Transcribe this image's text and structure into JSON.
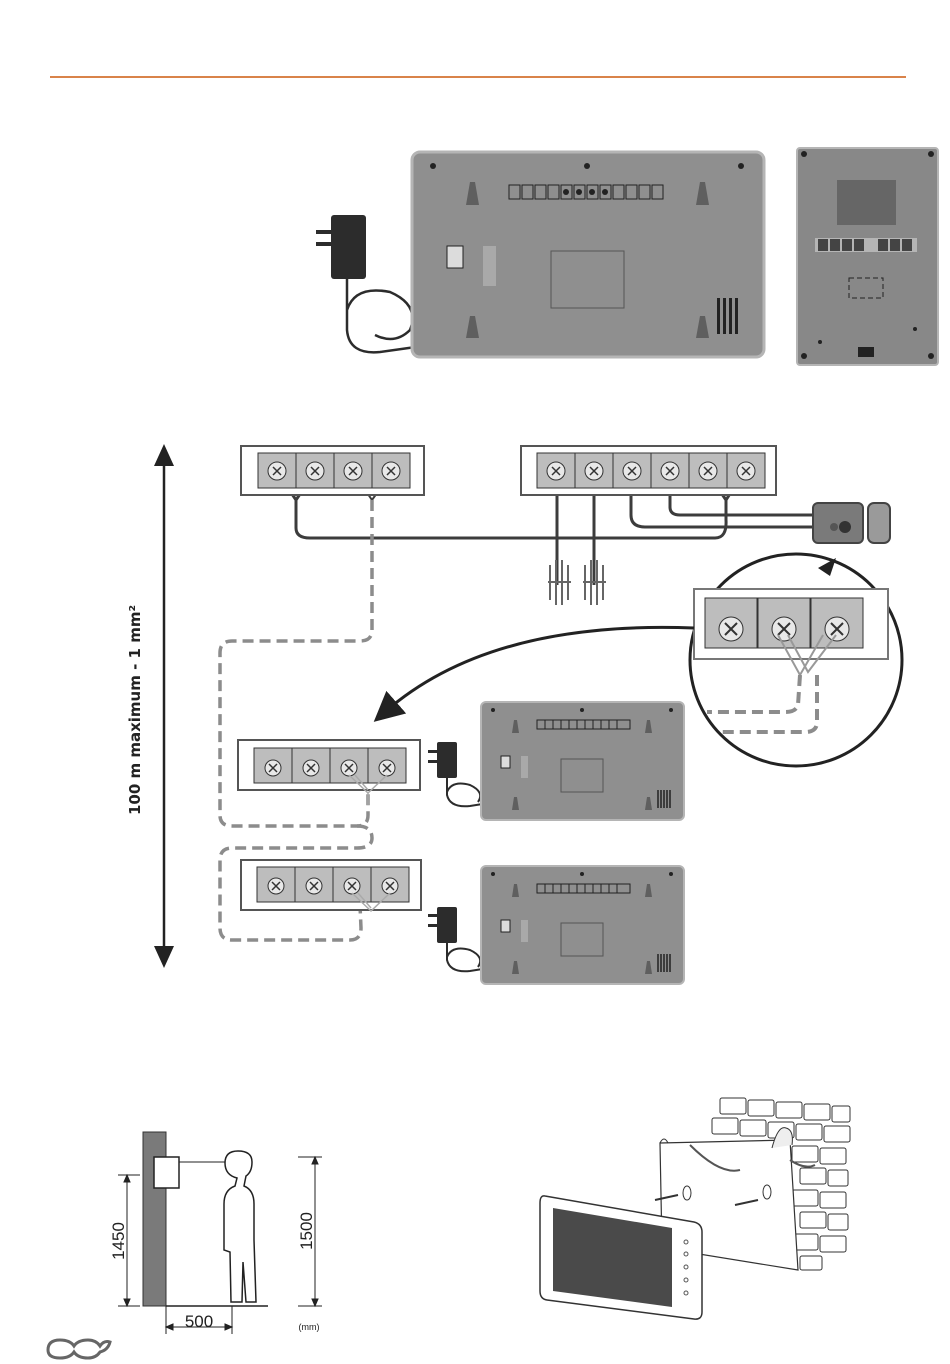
{
  "colors": {
    "rule": "#d9834a",
    "device_fill": "#8f8f8f",
    "device_stroke": "#b5b5b5",
    "outdoor_fill": "#888888",
    "wire": "#3c3c3c",
    "dashed_wire": "#8c8c8c",
    "adapter": "#2c2c2c",
    "wall": "#7a7a7a"
  },
  "icons": [
    "power-adapter-icon",
    "electric-lock-icon",
    "gate-motor-icon",
    "ground-icon",
    "person-silhouette-icon",
    "brand-logo-icon"
  ],
  "wiring": {
    "distance_label": "100 m maximum - 1 mm²"
  },
  "installation": {
    "camera_height": "1450",
    "eye_height": "1500",
    "distance": "500",
    "unit": "(mm)"
  }
}
